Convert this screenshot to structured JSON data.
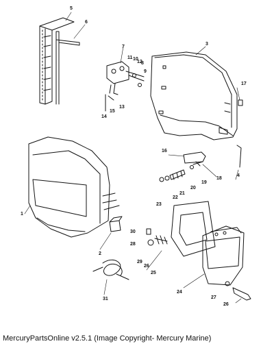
{
  "footer": {
    "caption": "MercuryPartsOnline v2.5.1 (Image Copyright- Mercury Marine)"
  },
  "callouts": [
    {
      "id": "c1",
      "text": "1"
    },
    {
      "id": "c2",
      "text": "2"
    },
    {
      "id": "c3",
      "text": "3"
    },
    {
      "id": "c4",
      "text": "4"
    },
    {
      "id": "c5",
      "text": "5"
    },
    {
      "id": "c6",
      "text": "6"
    },
    {
      "id": "c7",
      "text": "7"
    },
    {
      "id": "c8",
      "text": "8"
    },
    {
      "id": "c9",
      "text": "9"
    },
    {
      "id": "c10",
      "text": "10"
    },
    {
      "id": "c11",
      "text": "11"
    },
    {
      "id": "c12",
      "text": "12"
    },
    {
      "id": "c13",
      "text": "13"
    },
    {
      "id": "c14",
      "text": "14"
    },
    {
      "id": "c15",
      "text": "15"
    },
    {
      "id": "c16",
      "text": "16"
    },
    {
      "id": "c17",
      "text": "17"
    },
    {
      "id": "c18",
      "text": "18"
    },
    {
      "id": "c19",
      "text": "19"
    },
    {
      "id": "c20",
      "text": "20"
    },
    {
      "id": "c21",
      "text": "21"
    },
    {
      "id": "c22",
      "text": "22"
    },
    {
      "id": "c23",
      "text": "23"
    },
    {
      "id": "c24",
      "text": "24"
    },
    {
      "id": "c25",
      "text": "25"
    },
    {
      "id": "c26",
      "text": "26"
    },
    {
      "id": "c27",
      "text": "27"
    },
    {
      "id": "c28",
      "text": "28"
    },
    {
      "id": "c29",
      "text": "29"
    },
    {
      "id": "c30",
      "text": "30"
    },
    {
      "id": "c31",
      "text": "31"
    }
  ]
}
